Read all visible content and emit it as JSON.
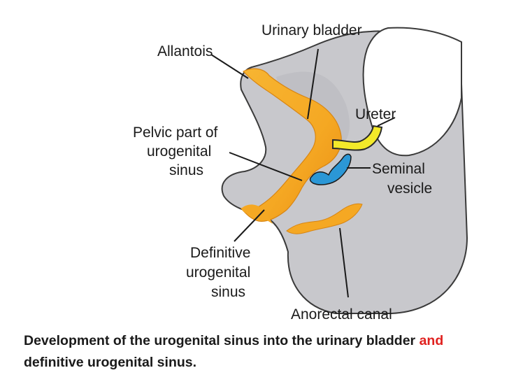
{
  "labels": {
    "urinary_bladder": "Urinary bladder",
    "allantois": "Allantois",
    "ureter": "Ureter",
    "pelvic_part": [
      "Pelvic part of",
      "urogenital",
      "sinus"
    ],
    "seminal_vesicle": [
      "Seminal",
      "vesicle"
    ],
    "definitive_sinus": [
      "Definitive",
      "urogenital",
      "sinus"
    ],
    "anorectal_canal": "Anorectal canal"
  },
  "caption": {
    "part1": "Development of the urogenital sinus into the urinary bladder ",
    "highlight": "and",
    "part2": " definitive urogenital sinus."
  },
  "colors": {
    "tissue_gray": "#c8c8cc",
    "sinus_orange": "#f5a823",
    "ureter_yellow": "#f3e92a",
    "vesicle_blue": "#2b97d6",
    "caption_highlight": "#e0211f"
  }
}
